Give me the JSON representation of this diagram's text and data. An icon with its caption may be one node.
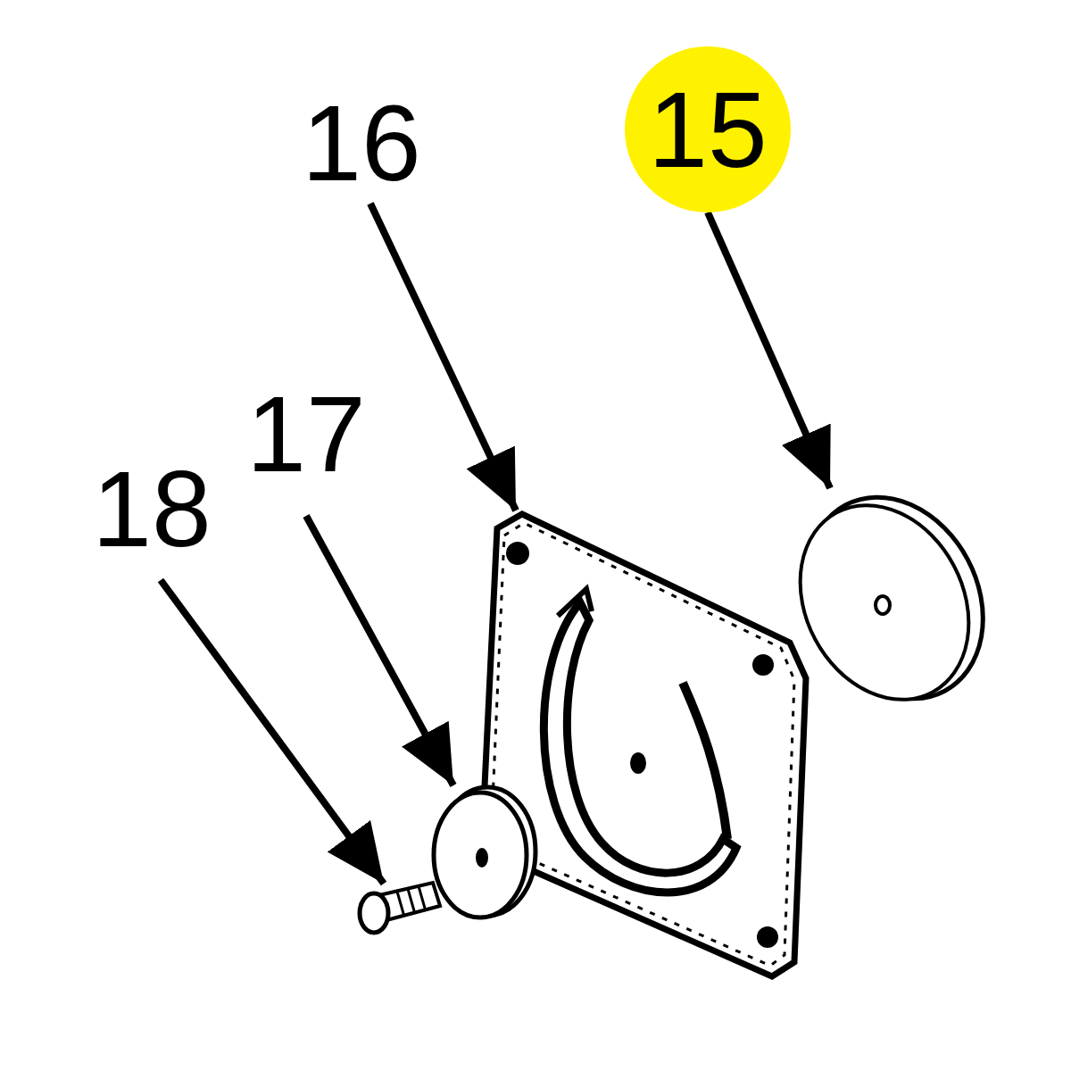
{
  "diagram": {
    "nodes": [
      {
        "text": [
          "16"
        ]
      },
      {
        "text": [
          "15"
        ]
      },
      {
        "text": [
          "17"
        ]
      },
      {
        "text": [
          "18"
        ]
      },
      {
        "text": [],
        "shape": "picture"
      },
      {
        "text": [],
        "shape": "picture"
      },
      {
        "text": [],
        "shape": "picture"
      },
      {
        "text": [],
        "shape": "picture"
      }
    ],
    "edges": [
      {
        "from": 0,
        "to": 4,
        "arrow": "to"
      },
      {
        "from": 1,
        "to": 5,
        "arrow": "to"
      },
      {
        "from": 2,
        "to": 6,
        "arrow": "to"
      },
      {
        "from": 3,
        "to": 7,
        "arrow": "to"
      }
    ]
  }
}
